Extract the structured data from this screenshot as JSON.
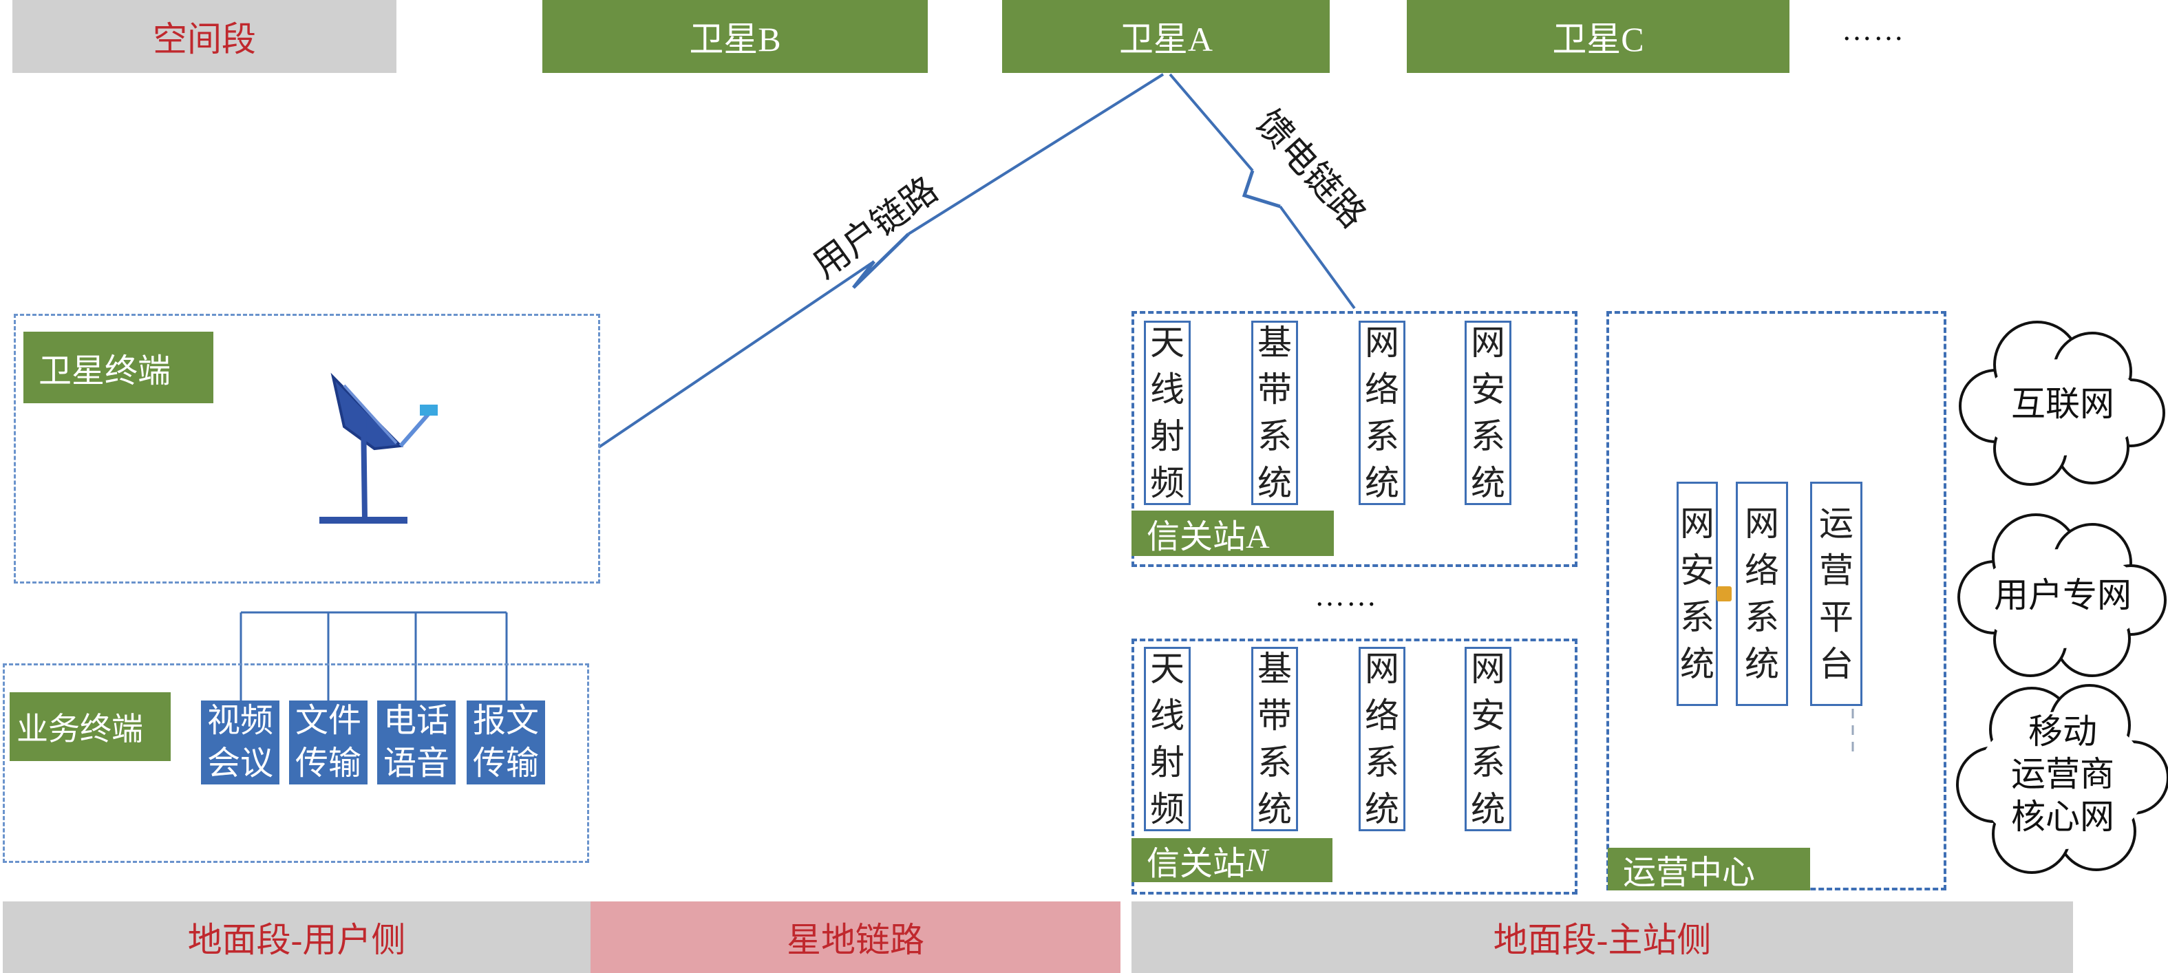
{
  "top_bands": {
    "space_segment": "空间段",
    "satellite_b": "卫星B",
    "satellite_a": "卫星A",
    "satellite_c": "卫星C",
    "ellipsis": "……"
  },
  "links": {
    "user_link": "用户链路",
    "feeder_link": "馈电链路"
  },
  "user_side": {
    "satellite_terminal": "卫星终端",
    "service_terminal": "业务终端",
    "services": [
      {
        "line1": "视频",
        "line2": "会议"
      },
      {
        "line1": "文件",
        "line2": "传输"
      },
      {
        "line1": "电话",
        "line2": "语音"
      },
      {
        "line1": "报文",
        "line2": "传输"
      }
    ]
  },
  "gateways": {
    "modules": [
      [
        "天",
        "线",
        "射",
        "频"
      ],
      [
        "基",
        "带",
        "系",
        "统"
      ],
      [
        "网",
        "络",
        "系",
        "统"
      ],
      [
        "网",
        "安",
        "系",
        "统"
      ]
    ],
    "gateway_a": "信关站A",
    "gateway_n_prefix": "信关站",
    "gateway_n_suffix": "N",
    "ellipsis": "……"
  },
  "ops_center": {
    "label": "运营中心",
    "modules": [
      [
        "网",
        "安",
        "系",
        "统"
      ],
      [
        "网",
        "络",
        "系",
        "统"
      ],
      [
        "运",
        "营",
        "平",
        "台"
      ]
    ]
  },
  "clouds": {
    "internet": "互联网",
    "private_net": "用户专网",
    "mobile_line1": "移动",
    "mobile_line2": "运营商",
    "mobile_line3": "核心网"
  },
  "bottom_bands": {
    "ground_user": "地面段-用户侧",
    "sat_ground_link": "星地链路",
    "ground_master": "地面段-主站侧"
  },
  "colors": {
    "green": "#6b9142",
    "blue": "#3e6fb5",
    "gray": "#d0d0d0",
    "pink": "#e3a3a8",
    "red_text": "#c0282d"
  }
}
